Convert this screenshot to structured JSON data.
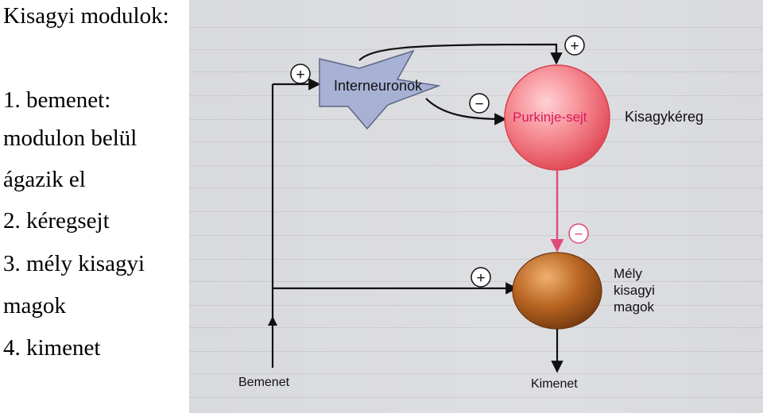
{
  "slide": {
    "title": "Kisagyi modulok:",
    "lines": [
      "1. bemenet:",
      "modulon belül",
      "ágazik el",
      "2. kéregsejt",
      "3. mély kisagyi",
      "magok",
      "4. kimenet"
    ]
  },
  "diagram": {
    "interneurons": "Interneuronok",
    "purkinje": "Purkinje-sejt",
    "cortex": "Kisagykéreg",
    "deep_nuclei": [
      "Mély",
      "kisagyi",
      "magok"
    ],
    "input": "Bemenet",
    "output": "Kimenet",
    "plus": "+",
    "minus": "−"
  },
  "colors": {
    "purkinje_fill": "#f26d74",
    "purkinje_label": "#d9185a",
    "inhibitory_arrow": "#e04a7a",
    "nuclei_fill": "#b5651d",
    "star_fill": "#a7b1d4"
  }
}
